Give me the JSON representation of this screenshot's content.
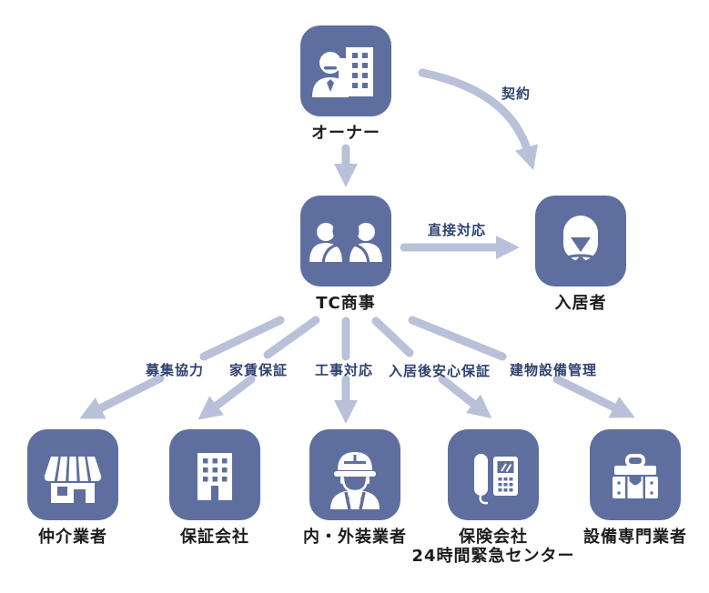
{
  "diagram_title": "",
  "colors": {
    "node_bg": "#5e6f9f",
    "arrow": "#b8c1d8",
    "edge_label_text": "#2e4271",
    "node_label_text": "#1c1c1c"
  },
  "nodes": {
    "owner": {
      "label": "オーナー",
      "icon": "owner-icon"
    },
    "company": {
      "label": "TC商事",
      "icon": "people-group-icon"
    },
    "tenant": {
      "label": "入居者",
      "icon": "woman-icon"
    },
    "broker": {
      "label": "仲介業者",
      "icon": "storefront-icon"
    },
    "guarantor": {
      "label": "保証会社",
      "icon": "office-building-icon"
    },
    "contractor": {
      "label": "内・外装業者",
      "icon": "construction-worker-icon"
    },
    "insurance": {
      "label": "保険会社",
      "label2": "24時間緊急センター",
      "icon": "desk-phone-icon"
    },
    "equipment": {
      "label": "設備専門業者",
      "icon": "toolbox-icon"
    }
  },
  "edges": {
    "contract": {
      "label": "契約",
      "from": "owner",
      "to": "tenant"
    },
    "direct": {
      "label": "直接対応",
      "from": "company",
      "to": "tenant"
    },
    "manage": {
      "label": "",
      "from": "owner",
      "to": "company"
    },
    "recruit": {
      "label": "募集協力",
      "from": "company",
      "to": "broker"
    },
    "rent": {
      "label": "家賃保証",
      "from": "company",
      "to": "guarantor"
    },
    "construction": {
      "label": "工事対応",
      "from": "company",
      "to": "contractor"
    },
    "aftercare": {
      "label": "入居後安心保証",
      "from": "company",
      "to": "insurance"
    },
    "facility": {
      "label": "建物設備管理",
      "from": "company",
      "to": "equipment"
    }
  }
}
